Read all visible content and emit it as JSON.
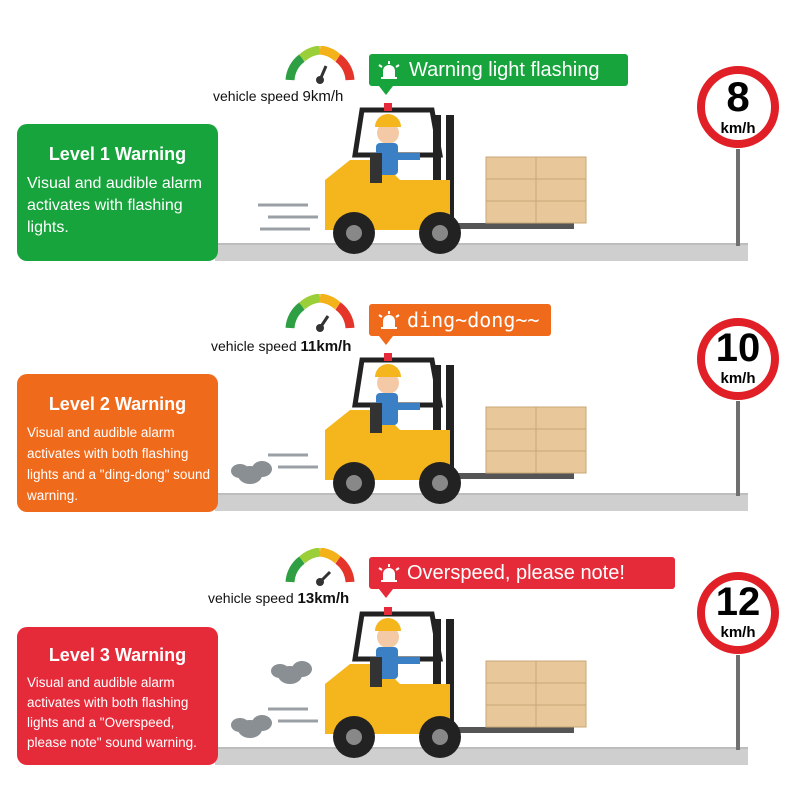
{
  "panels": [
    {
      "level": "Level 1 Warning",
      "description": "Visual and audible alarm activates with flashing lights.",
      "speed_label": "vehicle speed ",
      "speed_value": "9km/h",
      "callout": "Warning light flashing",
      "sign_number": "8",
      "sign_unit": "km/h",
      "color": "#18a43c"
    },
    {
      "level": "Level 2 Warning",
      "description": "Visual and audible alarm activates with both flashing lights and a \"ding-dong\" sound warning.",
      "speed_label": "vehicle speed ",
      "speed_value": "11km/h",
      "callout": "ding~dong~~",
      "sign_number": "10",
      "sign_unit": "km/h",
      "color": "#f06a1c"
    },
    {
      "level": "Level 3 Warning",
      "description": "Visual and audible alarm activates with both flashing lights and a \"Overspeed, please note\" sound warning.",
      "speed_label": "vehicle speed ",
      "speed_value": "13km/h",
      "callout": "Overspeed, please note!",
      "sign_number": "12",
      "sign_unit": "km/h",
      "color": "#e52b3a"
    }
  ],
  "colors": {
    "sign_border": "#e01f26",
    "forklift_body": "#f5b51c",
    "road": "#cfcfcf",
    "operator_shirt": "#3b7fc4"
  }
}
